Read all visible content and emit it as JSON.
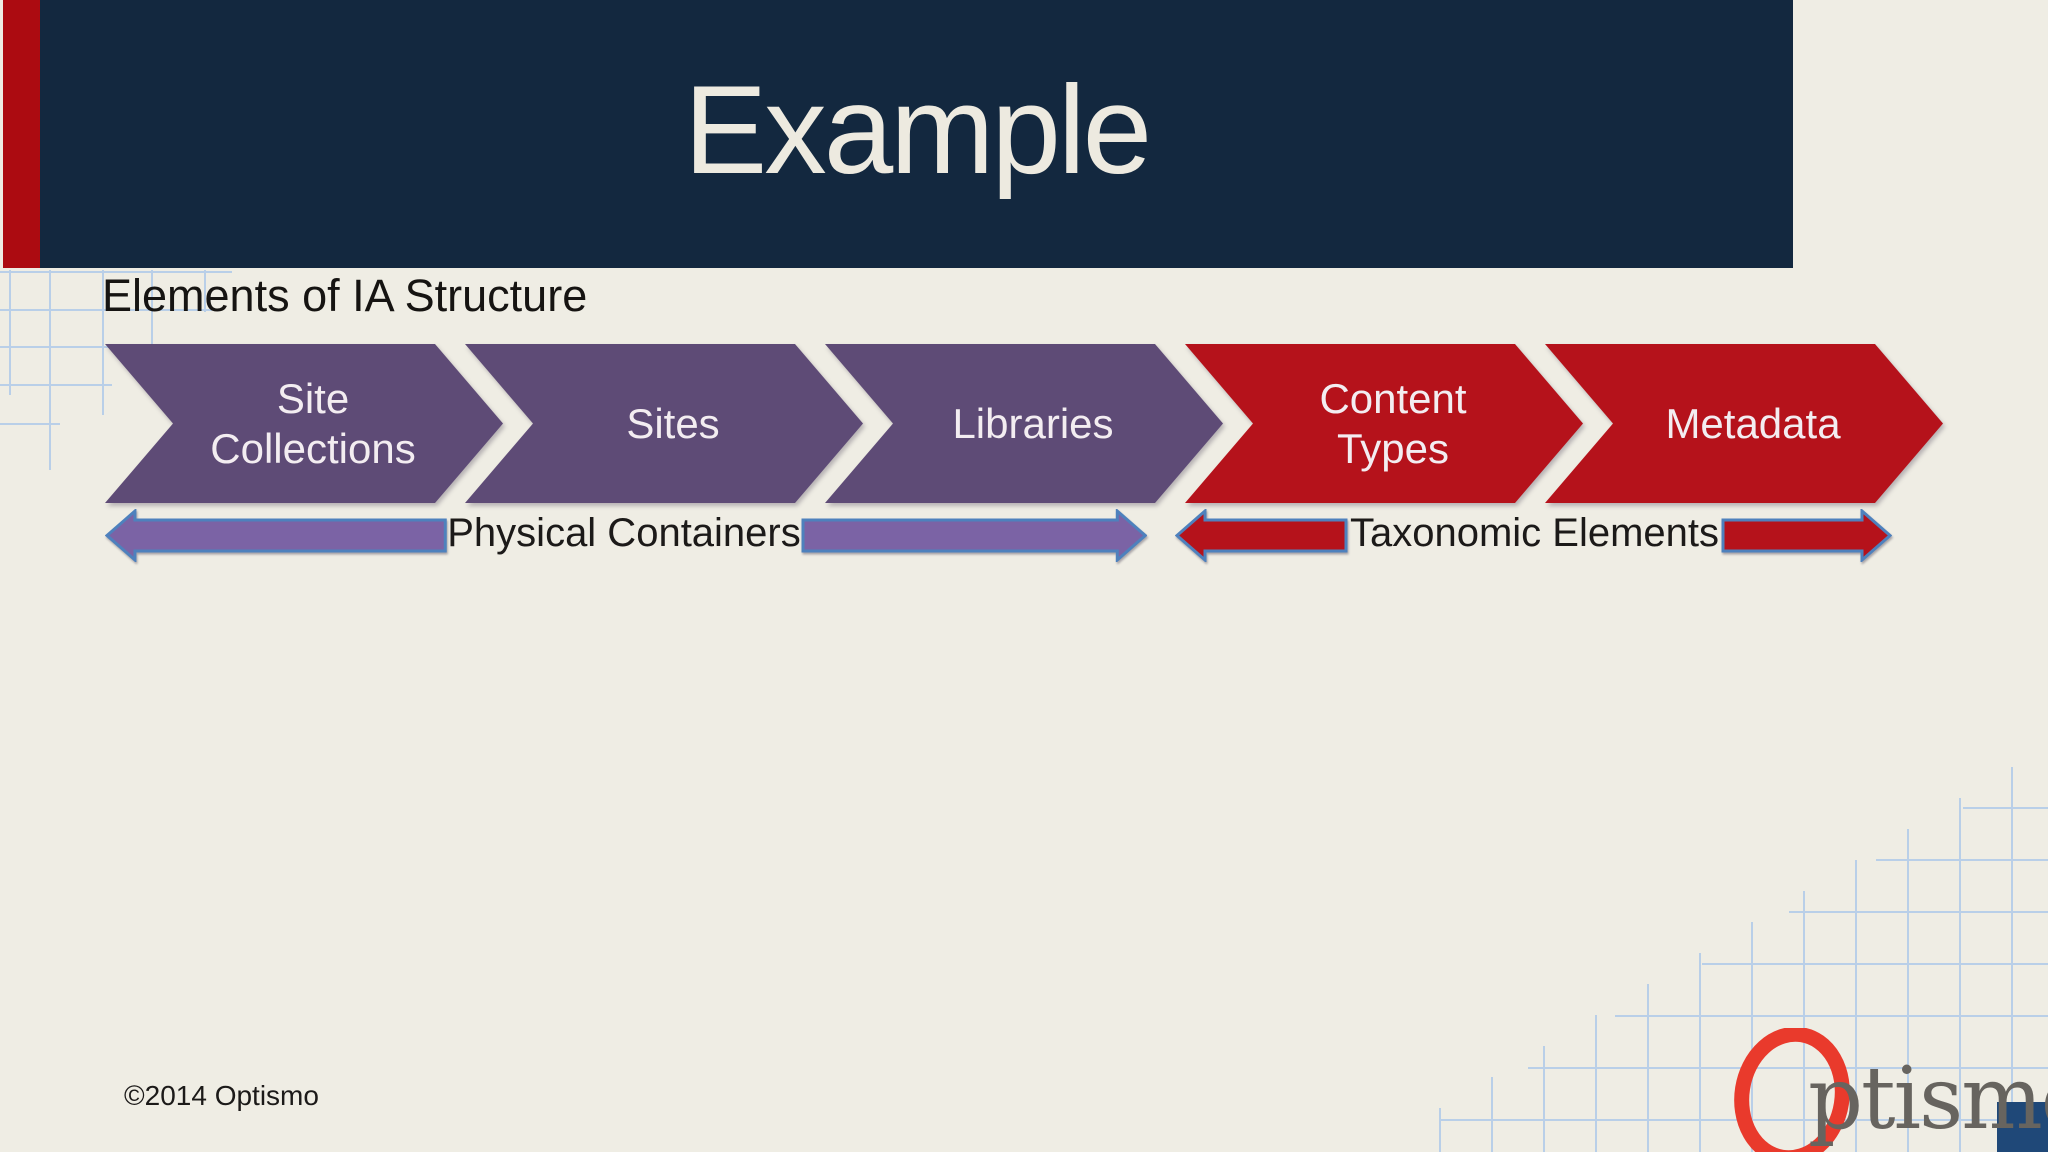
{
  "slide": {
    "title": "Example",
    "section_heading": "Elements of IA Structure",
    "copyright": "©2014 Optismo"
  },
  "diagram": {
    "type": "chevron-process",
    "chevrons": [
      {
        "label": "Site Collections",
        "color": "#5E4B76",
        "group": "Physical Containers"
      },
      {
        "label": "Sites",
        "color": "#5E4B76",
        "group": "Physical Containers"
      },
      {
        "label": "Libraries",
        "color": "#5E4B76",
        "group": "Physical Containers"
      },
      {
        "label": "Content Types",
        "color": "#B5121B",
        "group": "Taxonomic Elements"
      },
      {
        "label": "Metadata",
        "color": "#B5121B",
        "group": "Taxonomic Elements"
      }
    ],
    "span_arrows": [
      {
        "label": "Physical Containers",
        "fill": "#7B63A5",
        "border": "#4E81BD",
        "covers": [
          "Site Collections",
          "Sites",
          "Libraries"
        ]
      },
      {
        "label": "Taxonomic Elements",
        "fill": "#B5121B",
        "border": "#4E81BD",
        "covers": [
          "Content Types",
          "Metadata"
        ]
      }
    ]
  },
  "logo": {
    "letter_o": "O",
    "wordmark_rest": "ptismo"
  },
  "colors": {
    "background": "#EFEDE4",
    "header_navy": "#13283F",
    "accent_red_bar": "#AC0B11",
    "chevron_purple": "#5E4B76",
    "chevron_red": "#B5121B",
    "arrow_purple_fill": "#7B63A5",
    "arrow_blue_border": "#4E81BD",
    "grid_blue": "#B9CFE8",
    "title_text": "#EDEAE0",
    "body_text": "#1C1A19",
    "logo_red": "#E93A2C",
    "logo_gray": "#67645F",
    "logo_navy_square": "#1F4878"
  }
}
